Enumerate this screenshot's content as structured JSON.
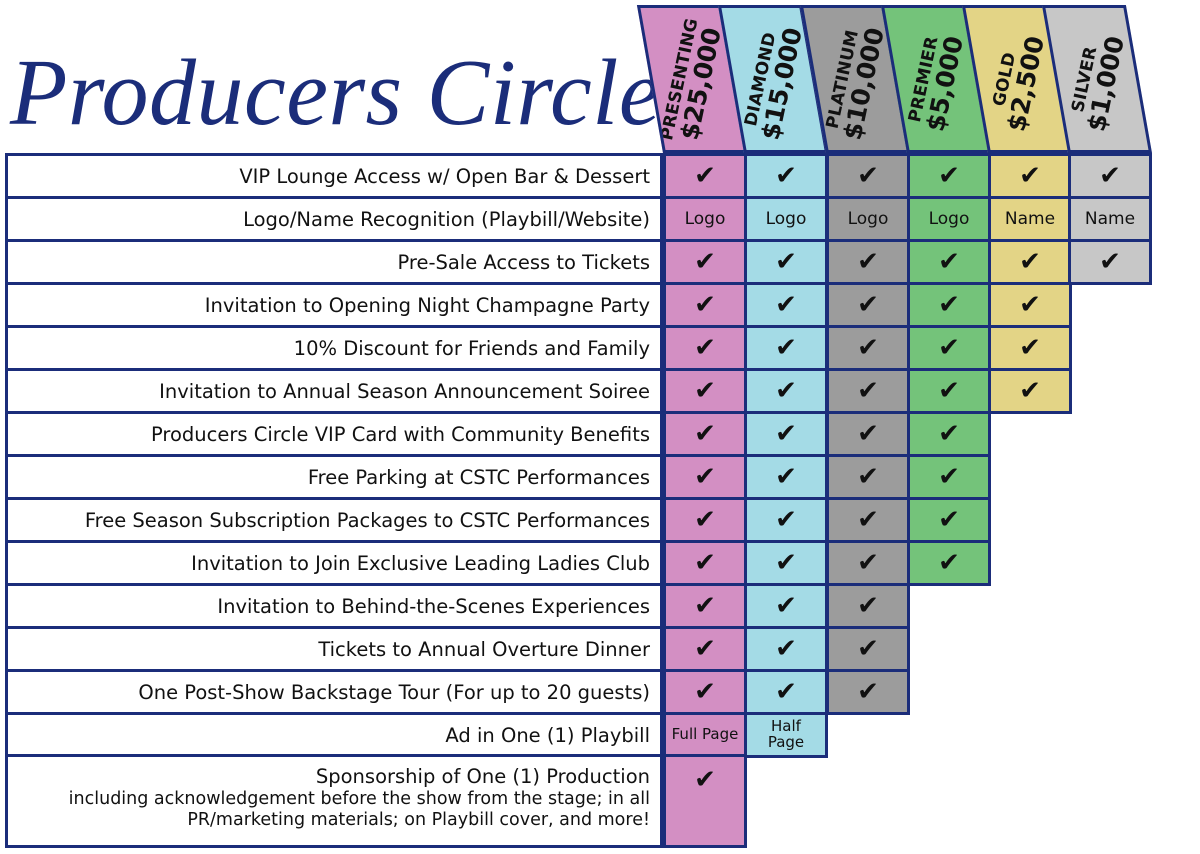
{
  "title": "Producers Circle",
  "tiers": [
    {
      "name": "PRESENTING",
      "amount": "$25,000",
      "color": "#d38fc3"
    },
    {
      "name": "DIAMOND",
      "amount": "$15,000",
      "color": "#a4dbe6"
    },
    {
      "name": "PLATINUM",
      "amount": "$10,000",
      "color": "#9c9c9c"
    },
    {
      "name": "PREMIER",
      "amount": "$5,000",
      "color": "#74c37a"
    },
    {
      "name": "GOLD",
      "amount": "$2,500",
      "color": "#e3d486"
    },
    {
      "name": "SILVER",
      "amount": "$1,000",
      "color": "#c7c7c7"
    }
  ],
  "check_mark": "✔",
  "benefits": [
    {
      "label": "VIP Lounge Access w/ Open Bar & Dessert",
      "values": [
        "✔",
        "✔",
        "✔",
        "✔",
        "✔",
        "✔"
      ]
    },
    {
      "label": "Logo/Name Recognition (Playbill/Website)",
      "values": [
        "Logo",
        "Logo",
        "Logo",
        "Logo",
        "Name",
        "Name"
      ]
    },
    {
      "label": "Pre-Sale Access to Tickets",
      "values": [
        "✔",
        "✔",
        "✔",
        "✔",
        "✔",
        "✔"
      ]
    },
    {
      "label": "Invitation to Opening Night Champagne Party",
      "values": [
        "✔",
        "✔",
        "✔",
        "✔",
        "✔"
      ]
    },
    {
      "label": "10% Discount for Friends and Family",
      "values": [
        "✔",
        "✔",
        "✔",
        "✔",
        "✔"
      ]
    },
    {
      "label": "Invitation to Annual Season Announcement Soiree",
      "values": [
        "✔",
        "✔",
        "✔",
        "✔",
        "✔"
      ]
    },
    {
      "label": "Producers Circle VIP Card with Community Benefits",
      "values": [
        "✔",
        "✔",
        "✔",
        "✔"
      ]
    },
    {
      "label": "Free Parking at CSTC Performances",
      "values": [
        "✔",
        "✔",
        "✔",
        "✔"
      ]
    },
    {
      "label": "Free Season Subscription Packages to CSTC Performances",
      "values": [
        "✔",
        "✔",
        "✔",
        "✔"
      ]
    },
    {
      "label": "Invitation to Join Exclusive Leading Ladies Club",
      "values": [
        "✔",
        "✔",
        "✔",
        "✔"
      ]
    },
    {
      "label": "Invitation to Behind-the-Scenes Experiences",
      "values": [
        "✔",
        "✔",
        "✔"
      ]
    },
    {
      "label": "Tickets to Annual Overture Dinner",
      "values": [
        "✔",
        "✔",
        "✔"
      ]
    },
    {
      "label": "One Post-Show Backstage Tour (For up to 20 guests)",
      "values": [
        "✔",
        "✔",
        "✔"
      ]
    },
    {
      "label": "Ad in One (1) Playbill",
      "values": [
        "Full Page",
        "Half Page"
      ]
    },
    {
      "label": "Sponsorship of One (1) Production",
      "sublabel": "including acknowledgement before the show from the stage; in all PR/marketing materials; on Playbill cover, and more!",
      "values": [
        "✔"
      ]
    }
  ]
}
